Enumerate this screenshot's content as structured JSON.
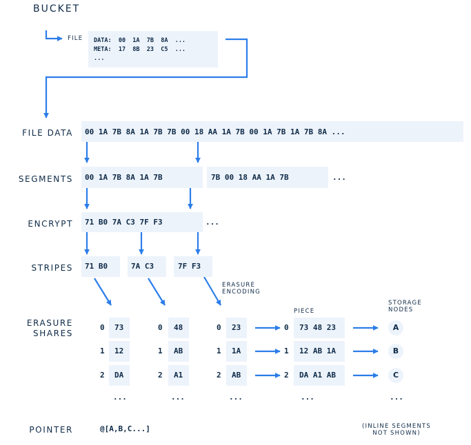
{
  "title": "BUCKET",
  "file": {
    "label": "FILE",
    "data_line": "DATA:  00  1A  7B  8A  ...",
    "meta_line": "META:  17  8B  23  C5  ...",
    "more": "..."
  },
  "labels": {
    "file_data": "FILE DATA",
    "segments": "SEGMENTS",
    "encrypt": "ENCRYPT",
    "stripes": "STRIPES",
    "erasure_shares_1": "ERASURE",
    "erasure_shares_2": "SHARES",
    "pointer": "POINTER"
  },
  "file_data_row": "00  1A  7B  8A  1A  7B  7B  00  18  AA  1A  7B  00  1A  7B  1A  7B  8A ...",
  "segments": {
    "seg1": "00  1A  7B  8A  1A  7B",
    "seg2": "7B  00  18  AA  1A  7B",
    "more": "..."
  },
  "encrypt": {
    "values": "71  B0  7A  C3  7F  F3",
    "more": "..."
  },
  "stripes": [
    "71  B0",
    "7A  C3",
    "7F  F3"
  ],
  "erasure_encoding": {
    "line1": "ERASURE",
    "line2": "ENCODING"
  },
  "piece_label": "PIECE",
  "storage_nodes": {
    "line1": "STORAGE",
    "line2": "NODES"
  },
  "shares": {
    "indices": [
      "0",
      "1",
      "2"
    ],
    "col1": [
      "73",
      "12",
      "DA"
    ],
    "col2": [
      "48",
      "AB",
      "A1"
    ],
    "col3": [
      "23",
      "1A",
      "AB"
    ],
    "pieces": [
      "73 48 23",
      "12 AB 1A",
      "DA A1 AB"
    ],
    "nodes": [
      "A",
      "B",
      "C"
    ],
    "more": "..."
  },
  "pointer_value": "@[A,B,C...]",
  "note": {
    "line1": "(INLINE SEGMENTS",
    "line2": "NOT SHOWN)"
  },
  "colors": {
    "arrow": "#2b7de9",
    "box": "#edf3fb",
    "text": "#0e2a47"
  }
}
